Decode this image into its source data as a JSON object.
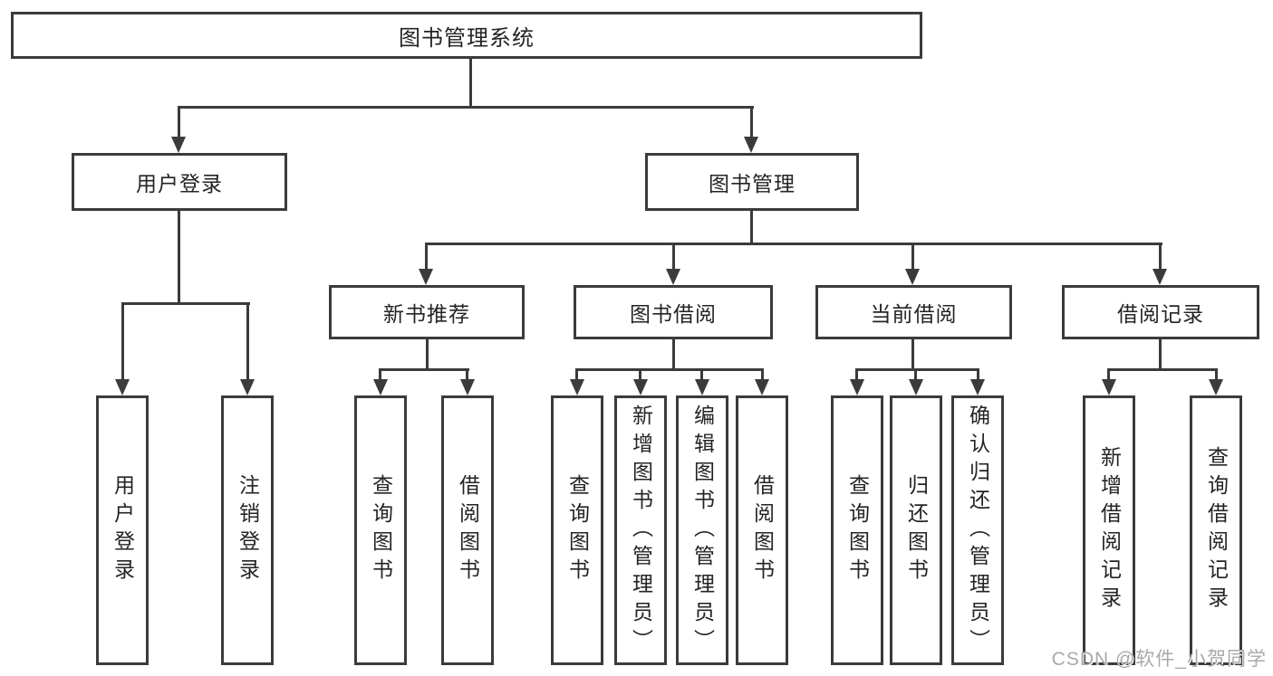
{
  "root": {
    "label": "图书管理系统",
    "children": [
      {
        "label": "用户登录",
        "children": [
          {
            "label": "用户登录"
          },
          {
            "label": "注销登录"
          }
        ]
      },
      {
        "label": "图书管理",
        "children": [
          {
            "label": "新书推荐",
            "children": [
              {
                "label": "查询图书"
              },
              {
                "label": "借阅图书"
              }
            ]
          },
          {
            "label": "图书借阅",
            "children": [
              {
                "label": "查询图书"
              },
              {
                "label": "新增图书（管理员）"
              },
              {
                "label": "编辑图书（管理员）"
              },
              {
                "label": "借阅图书"
              }
            ]
          },
          {
            "label": "当前借阅",
            "children": [
              {
                "label": "查询图书"
              },
              {
                "label": "归还图书"
              },
              {
                "label": "确认归还（管理员）"
              }
            ]
          },
          {
            "label": "借阅记录",
            "children": [
              {
                "label": "新增借阅记录"
              },
              {
                "label": "查询借阅记录"
              }
            ]
          }
        ]
      }
    ]
  },
  "watermark": {
    "text": "CSDN @软件_小贺同学"
  },
  "colors": {
    "line": "#3b3b3b",
    "text": "#242424",
    "background": "#ffffff",
    "watermark": "#a9a9a9"
  }
}
